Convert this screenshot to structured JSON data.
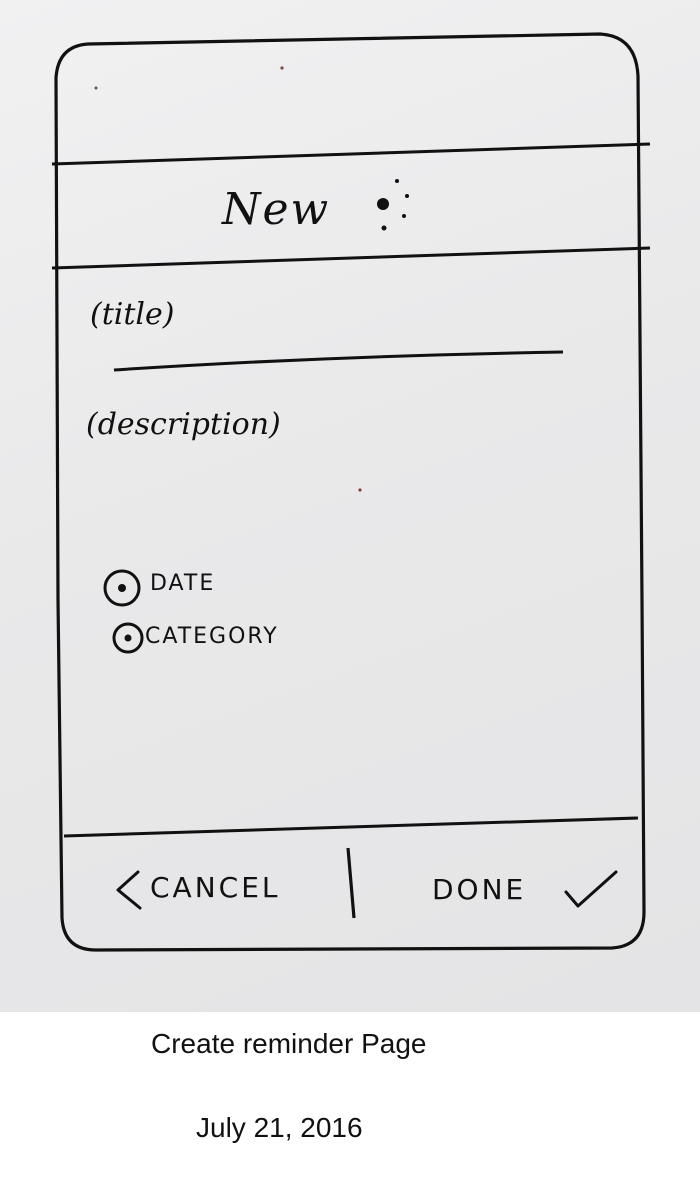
{
  "header": {
    "title": "New"
  },
  "form": {
    "title_placeholder": "(title)",
    "description_placeholder": "(description)",
    "options": [
      {
        "label": "DATE"
      },
      {
        "label": "CATEGORY"
      }
    ]
  },
  "footer": {
    "cancel_label": "CANCEL",
    "done_label": "DONE"
  },
  "caption": {
    "title": "Create reminder Page",
    "date": "July 21, 2016"
  },
  "icons": {
    "header_menu": "more-dots-icon",
    "back": "chevron-left-icon",
    "done": "checkmark-icon",
    "radio": "radio-selected-icon"
  },
  "colors": {
    "ink": "#111111",
    "paper": "#eaeaeb"
  }
}
